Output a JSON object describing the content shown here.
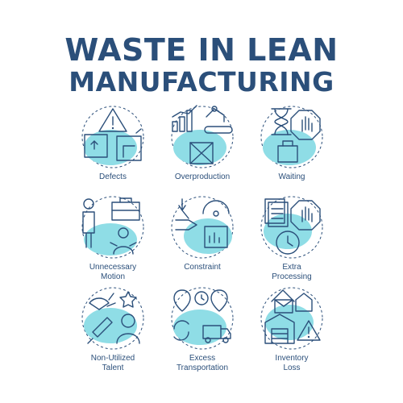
{
  "title": {
    "line1": "WASTE IN LEAN",
    "line2": "MANUFACTURING"
  },
  "colors": {
    "text": "#2b4f7a",
    "accent": "#8fdde6",
    "background": "#ffffff"
  },
  "items": [
    {
      "label": "Defects",
      "icon": "defective-box-warning-icon"
    },
    {
      "label": "Overproduction",
      "icon": "factory-conveyor-robot-arm-icon"
    },
    {
      "label": "Waiting",
      "icon": "hourglass-stop-hand-icon"
    },
    {
      "label": "Unnecessary\nMotion",
      "icon": "worker-toolbox-icon"
    },
    {
      "label": "Constraint",
      "icon": "bottleneck-gauge-icon"
    },
    {
      "label": "Extra\nProcessing",
      "icon": "documents-stop-clock-icon"
    },
    {
      "label": "Non-Utilized\nTalent",
      "icon": "rocket-person-star-icon"
    },
    {
      "label": "Excess\nTransportation",
      "icon": "route-truck-icon"
    },
    {
      "label": "Inventory\nLoss",
      "icon": "warehouse-warning-icon"
    }
  ]
}
